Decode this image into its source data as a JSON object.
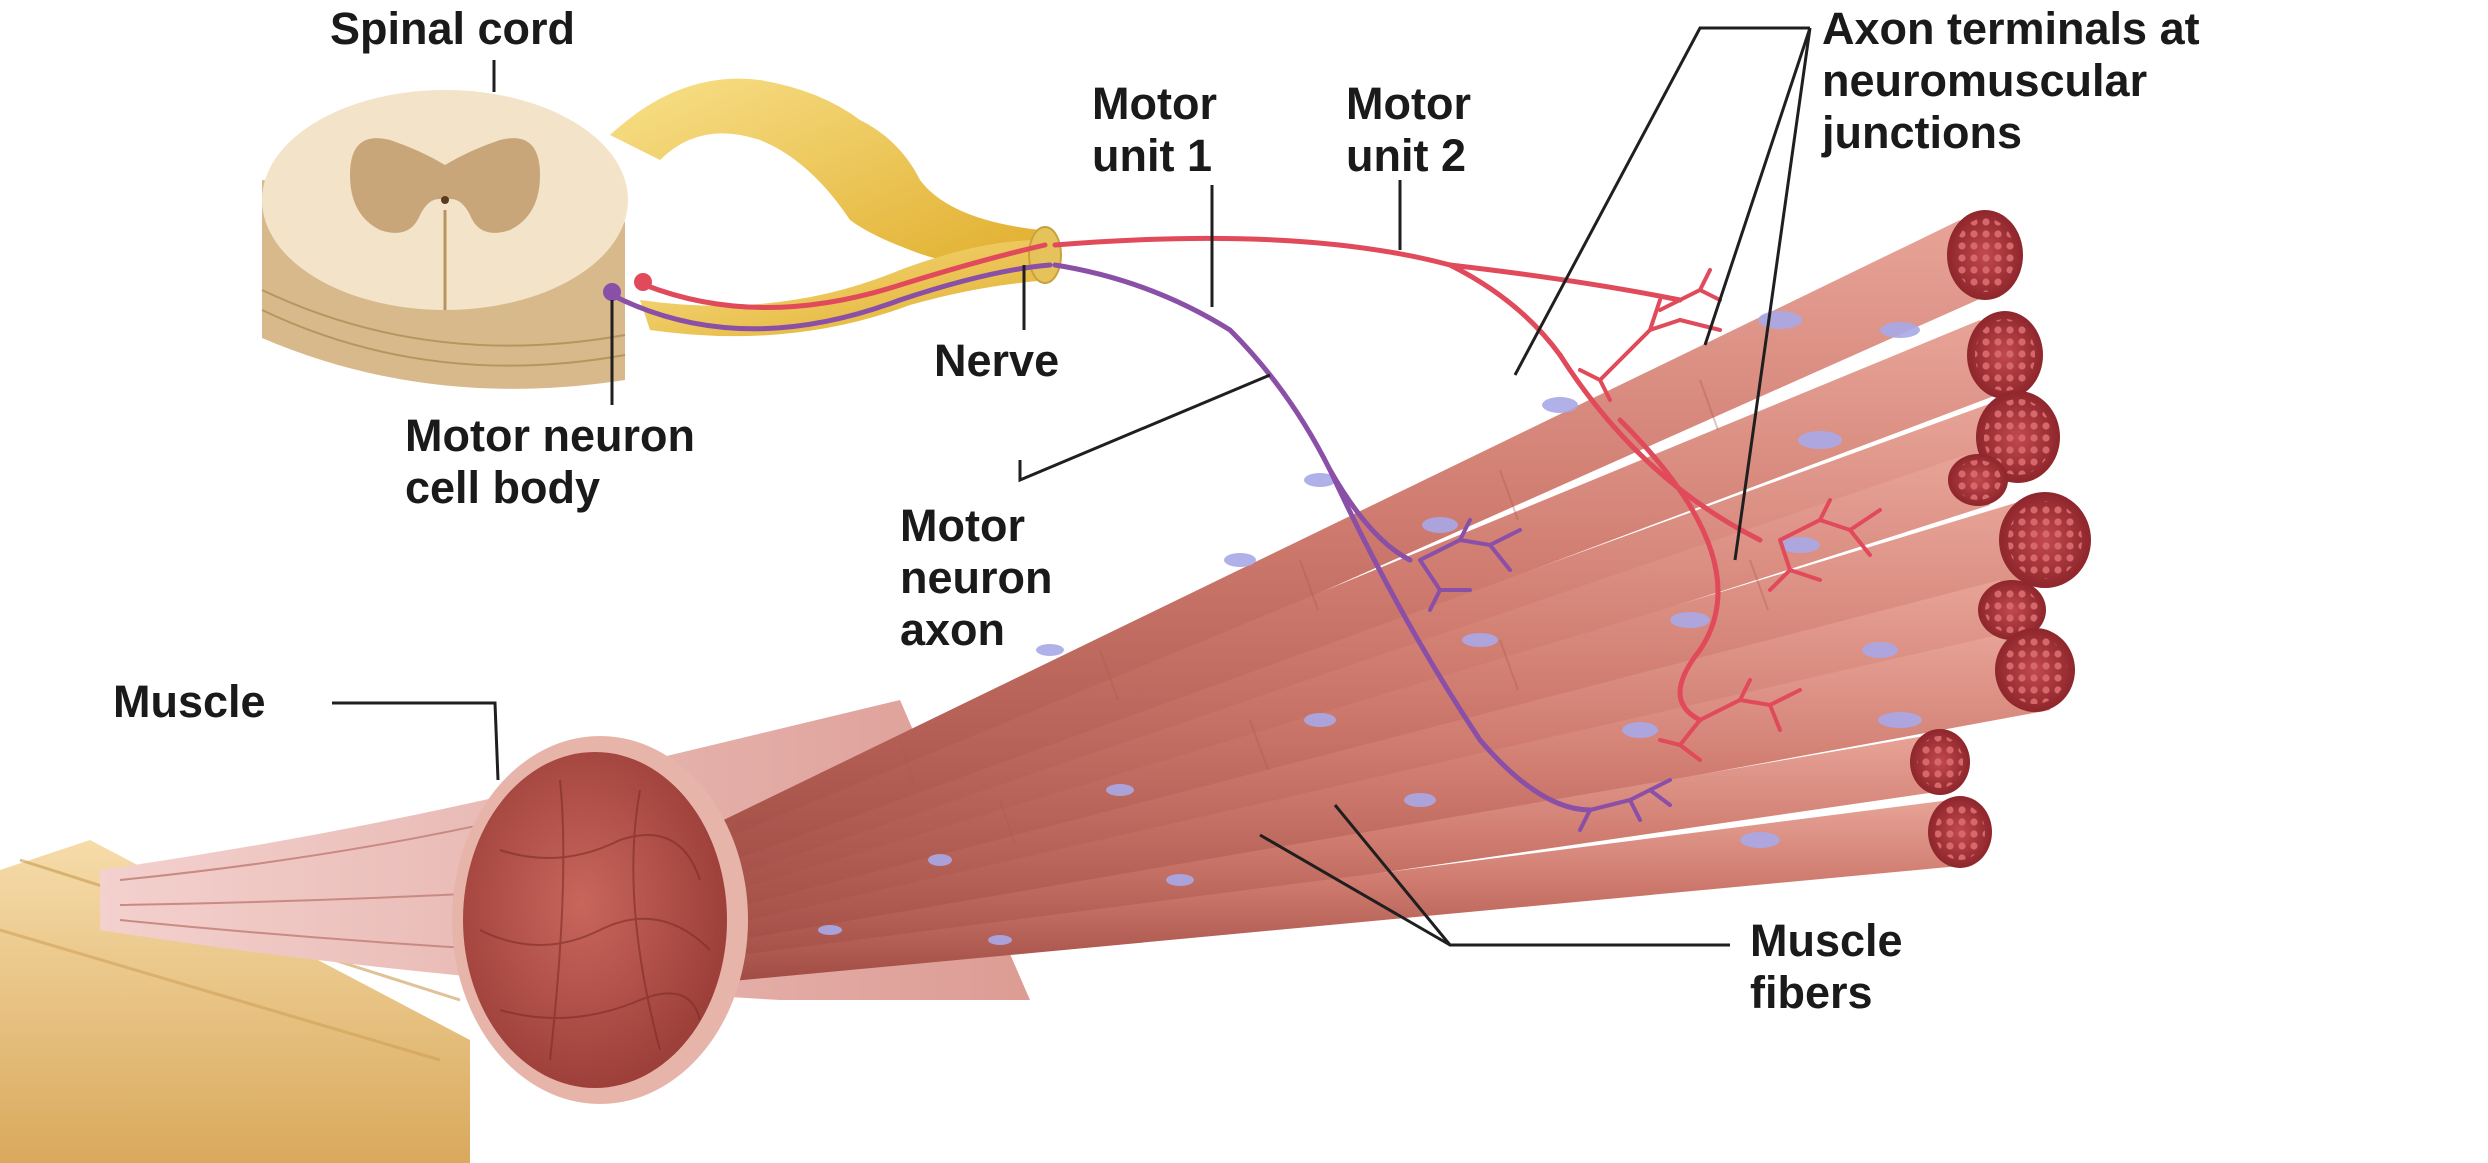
{
  "labels": {
    "spinal_cord": "Spinal cord",
    "nerve": "Nerve",
    "cell_body": [
      "Motor neuron",
      "cell body"
    ],
    "motor_unit_1": [
      "Motor",
      "unit 1"
    ],
    "motor_unit_2": [
      "Motor",
      "unit 2"
    ],
    "axon_terminals": [
      "Axon terminals at",
      "neuromuscular",
      "junctions"
    ],
    "motor_axon": [
      "Motor",
      "neuron",
      "axon"
    ],
    "muscle": "Muscle",
    "muscle_fibers": [
      "Muscle",
      "fibers"
    ]
  },
  "colors": {
    "background": "#ffffff",
    "label_text": "#1a1a1a",
    "leader_line": "#1f1f1f",
    "spinal_white_matter": "#f3e3c8",
    "spinal_gray_matter": "#c9a57a",
    "spinal_side": "#d8b98c",
    "nerve": "#f2cb52",
    "motor_unit_1_axon": "#8a4fa6",
    "motor_unit_2_axon": "#e04a5a",
    "muscle_fiber": "#cf7a6e",
    "fiber_end": "#a83339",
    "muscle_cut": "#b95249",
    "nucleus": "#a9a8e8",
    "tendon": "#e9c17f"
  }
}
